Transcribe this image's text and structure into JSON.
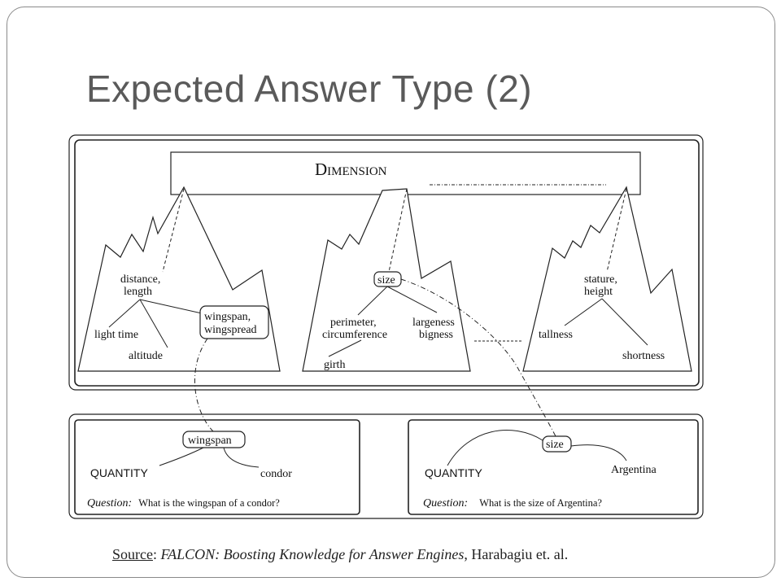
{
  "slide": {
    "title": "Expected Answer Type (2)"
  },
  "hierarchy": {
    "root_label": "Dimension",
    "mountain_left": {
      "node_top_1": "distance,",
      "node_top_2": "length",
      "leaf_a": "light time",
      "leaf_b": "altitude",
      "boxed_1": "wingspan,",
      "boxed_2": "wingspread"
    },
    "mountain_mid": {
      "node_top": "size",
      "left_1": "perimeter,",
      "left_2": "circumference",
      "right_1": "largeness",
      "right_2": "bigness",
      "leaf": "girth"
    },
    "mountain_right": {
      "node_top_1": "stature,",
      "node_top_2": "height",
      "leaf_a": "tallness",
      "leaf_b": "shortness"
    }
  },
  "parse_left": {
    "head": "wingspan",
    "left": "QUANTITY",
    "right": "condor",
    "question_label": "Question:",
    "question_text": "What is the wingspan of a condor?"
  },
  "parse_right": {
    "head": "size",
    "left": "QUANTITY",
    "right": "Argentina",
    "question_label": "Question:",
    "question_text": "What is the size of Argentina?"
  },
  "source": {
    "label": "Source",
    "sep": ": ",
    "title": "FALCON: Boosting Knowledge for Answer Engines",
    "rest": ", Harabagiu et. al."
  },
  "colors": {
    "title": "#5a5a5a",
    "line": "#222222",
    "frame": "#8a8a8a"
  }
}
